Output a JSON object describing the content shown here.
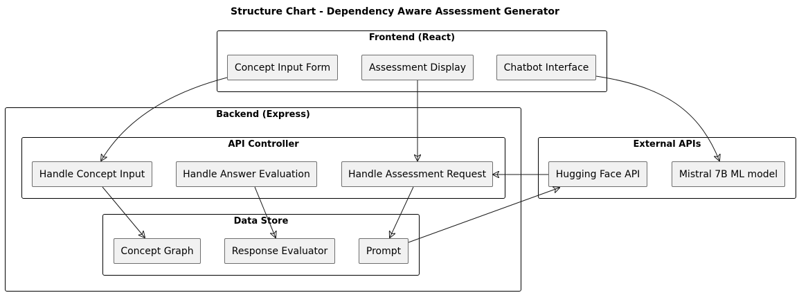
{
  "title": "Structure Chart - Dependency Aware Assessment Generator",
  "frontend": {
    "title": "Frontend (React)",
    "concept_input_form": "Concept Input Form",
    "assessment_display": "Assessment Display",
    "chatbot_interface": "Chatbot Interface"
  },
  "backend": {
    "title": "Backend (Express)",
    "api_controller": {
      "title": "API Controller",
      "handle_concept_input": "Handle Concept Input",
      "handle_answer_evaluation": "Handle Answer Evaluation",
      "handle_assessment_request": "Handle Assessment Request"
    },
    "data_store": {
      "title": "Data Store",
      "concept_graph": "Concept Graph",
      "response_evaluator": "Response Evaluator",
      "prompt": "Prompt"
    }
  },
  "external": {
    "title": "External APIs",
    "hugging_face_api": "Hugging Face API",
    "mistral_model": "Mistral 7B ML model"
  },
  "edges": [
    {
      "from": "Concept Input Form",
      "to": "Handle Concept Input"
    },
    {
      "from": "Assessment Display",
      "to": "Handle Assessment Request"
    },
    {
      "from": "Chatbot Interface",
      "to": "Mistral 7B ML model"
    },
    {
      "from": "Hugging Face API",
      "to": "Handle Assessment Request"
    },
    {
      "from": "Handle Concept Input",
      "to": "Concept Graph"
    },
    {
      "from": "Handle Answer Evaluation",
      "to": "Response Evaluator"
    },
    {
      "from": "Handle Assessment Request",
      "to": "Prompt"
    },
    {
      "from": "Prompt",
      "to": "Hugging Face API"
    }
  ]
}
